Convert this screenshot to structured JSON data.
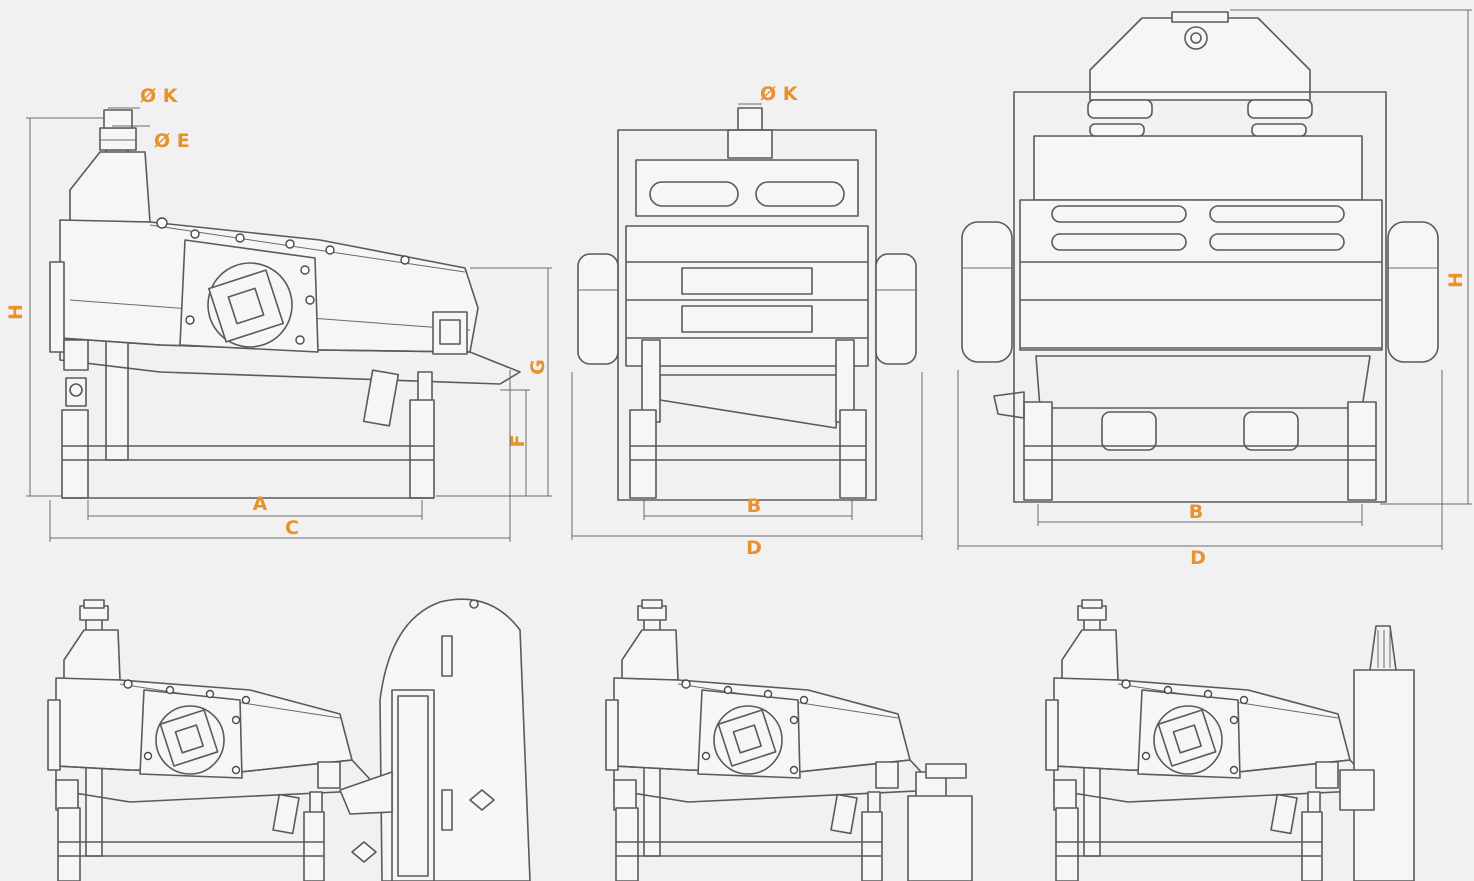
{
  "accent_color": "#e8922e",
  "line_color": "#5a5a5a",
  "background_color": "#f1f1f1",
  "labels": {
    "dia_k": "Ø K",
    "dia_e": "Ø E",
    "a": "A",
    "b": "B",
    "c": "C",
    "d": "D",
    "f": "F",
    "g": "G",
    "h": "H"
  }
}
